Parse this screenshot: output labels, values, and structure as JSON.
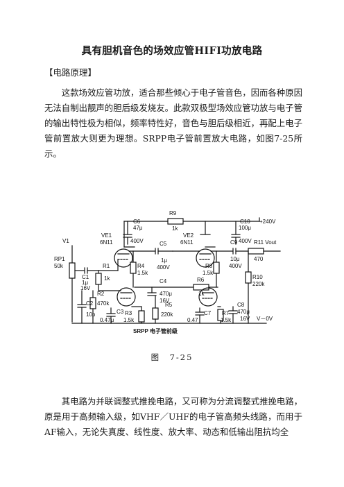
{
  "document": {
    "title": "具有胆机音色的场效应管HIFI功放电路",
    "section_heading": "【电路原理】",
    "paragraph_1": "这款场效应管功放，适合那些倾心于电子管音色，因而各种原因无法自制出靓声的胆后级发烧友。此款双极型场效应管功放与电子管的输出特性极为相似，频率特性好，音色与胆后级相近，再配上电子管前置放大则更为理想。SRPP电子管前置放大电路，如图7-25所示。",
    "figure_caption": "图　7-25",
    "paragraph_2": "其电路为并联调整式推挽电路，又可称为分流调整式推挽电路，原是用于高频输入级，如VHF／UHF的电子管高频头线路，而用于AF输入，无论失真度、线性度、放大率、动态和低输出阻抗均全"
  },
  "schematic": {
    "title": "SRPP 电子管前级",
    "supply_positive": "+240V",
    "supply_ground": "V－0V",
    "input": "V1",
    "output": "R11 Vout",
    "tubes": [
      {
        "ref": "VE1",
        "type": "6N11"
      },
      {
        "ref": "VE2",
        "type": "6N11"
      }
    ],
    "components": [
      {
        "ref": "R9",
        "value": "1k"
      },
      {
        "ref": "C6",
        "value": "47μ",
        "rating": "400V"
      },
      {
        "ref": "C10",
        "value": "100μ",
        "rating": "400V"
      },
      {
        "ref": "RP1",
        "value": "50k"
      },
      {
        "ref": "C1",
        "value": "1μ",
        "rating": "16V"
      },
      {
        "ref": "R1",
        "value": "1k"
      },
      {
        "ref": "C5",
        "value": "1μ",
        "rating": "400V"
      },
      {
        "ref": "R4",
        "value": "1.5k"
      },
      {
        "ref": "R8",
        "value": "1.5k"
      },
      {
        "ref": "C9",
        "value": "10μ",
        "rating": "400V"
      },
      {
        "ref": "R11",
        "value": "470"
      },
      {
        "ref": "R10",
        "value": "220k"
      },
      {
        "ref": "C4",
        "value": "470μ",
        "rating": "16V"
      },
      {
        "ref": "R6",
        "value": "1k"
      },
      {
        "ref": "C2",
        "value": "10p"
      },
      {
        "ref": "R2",
        "value": "470k"
      },
      {
        "ref": "C3",
        "value": "0.47μ"
      },
      {
        "ref": "R3",
        "value": "1.5k"
      },
      {
        "ref": "R5",
        "value": "220k"
      },
      {
        "ref": "C7",
        "value": "0.47"
      },
      {
        "ref": "R7",
        "value": "1.5k"
      },
      {
        "ref": "C8",
        "value": "470μ",
        "rating": "16V"
      }
    ]
  }
}
